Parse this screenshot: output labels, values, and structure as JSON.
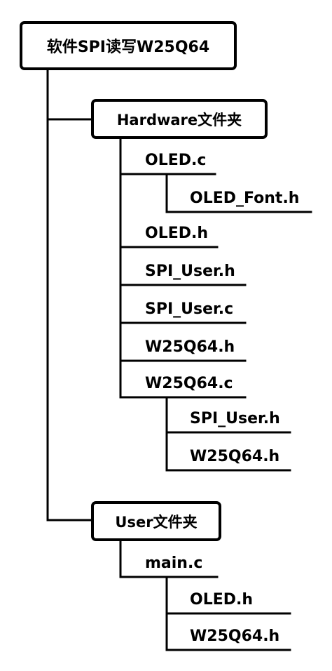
{
  "root": {
    "label": "软件SPI读写W25Q64"
  },
  "hardware": {
    "label": "Hardware文件夹",
    "items": [
      {
        "label": "OLED.c"
      },
      {
        "label": "OLED_Font.h"
      },
      {
        "label": "OLED.h"
      },
      {
        "label": "SPI_User.h"
      },
      {
        "label": "SPI_User.c"
      },
      {
        "label": "W25Q64.h"
      },
      {
        "label": "W25Q64.c"
      },
      {
        "label": "SPI_User.h"
      },
      {
        "label": "W25Q64.h"
      }
    ]
  },
  "user": {
    "label": "User文件夹",
    "items": [
      {
        "label": "main.c"
      },
      {
        "label": "OLED.h"
      },
      {
        "label": "W25Q64.h"
      }
    ]
  }
}
